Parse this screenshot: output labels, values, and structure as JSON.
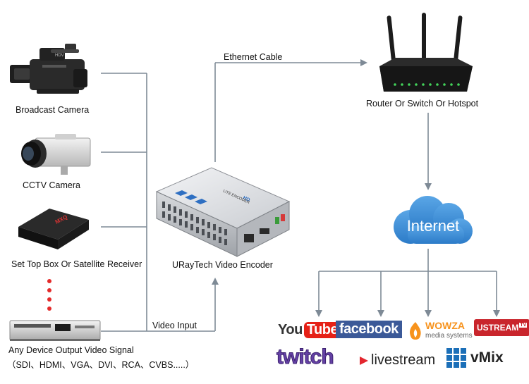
{
  "labels": {
    "broadcast_camera": "Broadcast Camera",
    "cctv_camera": "CCTV Camera",
    "set_top_box": "Set Top Box Or Satellite Receiver",
    "any_device_line1": "Any Device Output Video Signal",
    "any_device_line2": "（SDI、HDMI、VGA、DVI、RCA、CVBS.....）",
    "encoder": "URayTech Video Encoder",
    "ethernet_cable": "Ethernet Cable",
    "video_input": "Video Input",
    "router": "Router Or Switch Or Hotspot",
    "internet": "Internet"
  },
  "device_text": {
    "camera_brand": "HDV",
    "stb_brand": "MXQ",
    "encoder_badge": "HD",
    "encoder_model": "LITE ENCODER"
  },
  "platforms": {
    "youtube_you": "You",
    "youtube_tube": "Tube",
    "facebook": "facebook",
    "wowza": "WOWZA",
    "wowza_sub": "media systems",
    "ustream": "USTREAM",
    "ustream_tv": "TV",
    "twitch": "twitch",
    "livestream": "livestream",
    "vmix": "vMix"
  },
  "colors": {
    "line": "#7e8a96",
    "cloud": "#3d8fd6",
    "youtube_red": "#e62117",
    "facebook_blue": "#3b5998",
    "wowza_orange": "#f7931d",
    "ustream_red": "#c9252c",
    "twitch_purple": "#6441a5",
    "livestream_red": "#e3262e",
    "vmix_blue": "#1b6fb8"
  }
}
